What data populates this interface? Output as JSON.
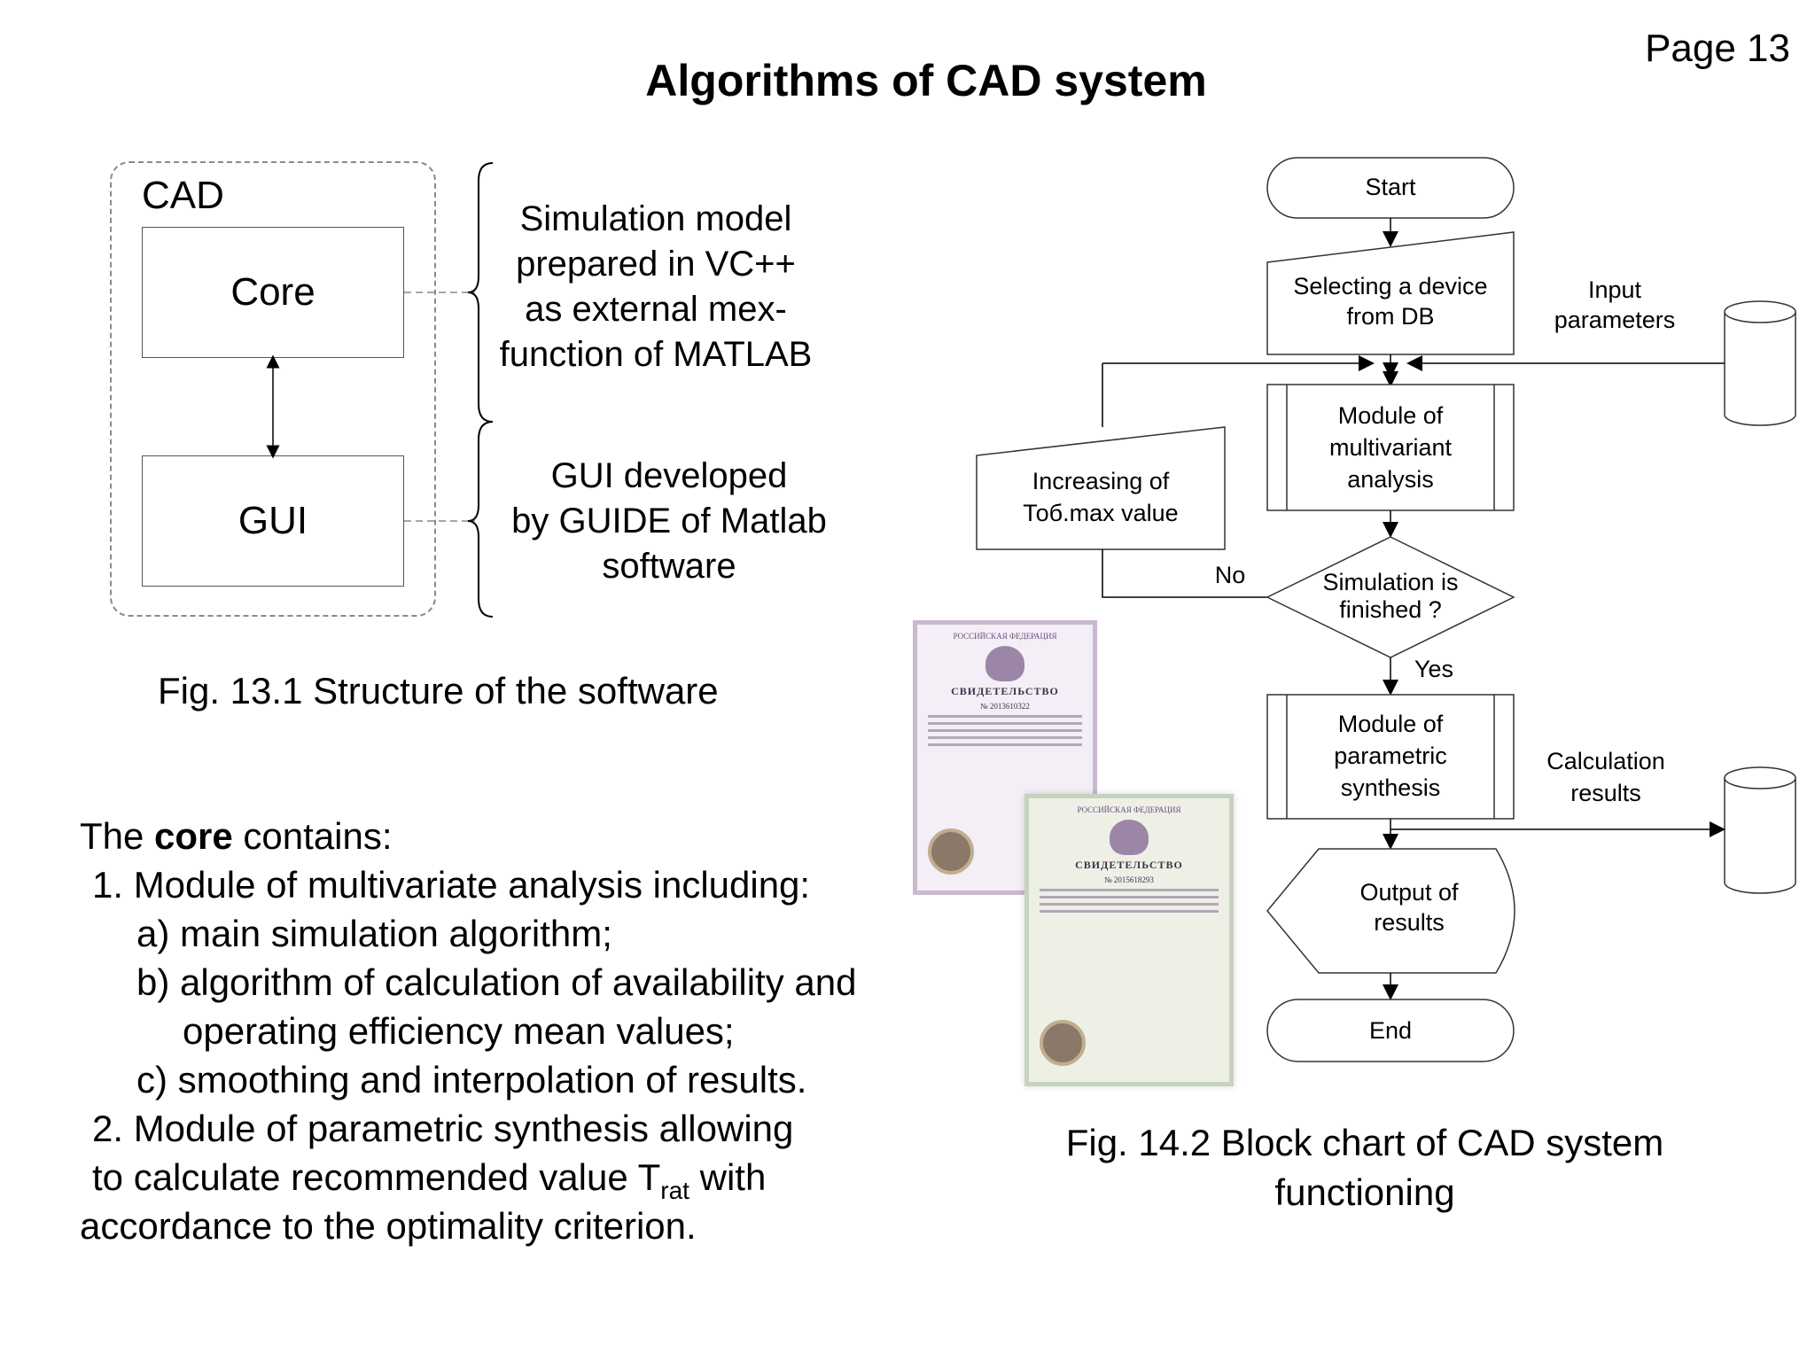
{
  "page_number": "Page 13",
  "title": "Algorithms of CAD system",
  "structure_diagram": {
    "frame_label": "CAD",
    "core_box": "Core",
    "gui_box": "GUI",
    "core_description": [
      "Simulation model",
      "prepared in VC++",
      "as external mex-",
      "function of MATLAB"
    ],
    "gui_description": [
      "GUI developed",
      "by GUIDE of Matlab",
      "software"
    ],
    "caption": "Fig. 13.1 Structure of the software"
  },
  "core_text": {
    "intro_prefix": "The ",
    "intro_bold": "core",
    "intro_suffix": " contains:",
    "item1": "1. Module of multivariate analysis including:",
    "item1a": "a) main simulation algorithm;",
    "item1b_line1": "b) algorithm of calculation of availability and",
    "item1b_line2": "operating efficiency mean values;",
    "item1c": "c) smoothing and interpolation of results.",
    "item2_line1": "2. Module of parametric synthesis allowing",
    "item2_line2_pre": "to calculate recommended value T",
    "item2_line2_sub": "rat",
    "item2_line2_post": " with",
    "item2_line3": "accordance to the optimality criterion."
  },
  "certificates": [
    {
      "header": "РОССИЙСКАЯ ФЕДЕРАЦИЯ",
      "title": "СВИДЕТЕЛЬСТВО",
      "number": "№ 2013610322"
    },
    {
      "header": "РОССИЙСКАЯ ФЕДЕРАЦИЯ",
      "title": "СВИДЕТЕЛЬСТВО",
      "number": "№ 2015618293"
    }
  ],
  "flowchart": {
    "start": "Start",
    "select_device": [
      "Selecting a device",
      "from DB"
    ],
    "input_params": [
      "Input",
      "parameters"
    ],
    "multivariant": [
      "Module of",
      "multivariant",
      "analysis"
    ],
    "increasing": [
      "Increasing of",
      "Тоб.max value"
    ],
    "no_label": "No",
    "decision": [
      "Simulation is",
      "finished ?"
    ],
    "yes_label": "Yes",
    "parametric": [
      "Module of",
      "parametric",
      "synthesis"
    ],
    "calc_results": [
      "Calculation",
      "results"
    ],
    "output": [
      "Output of",
      "results"
    ],
    "end": "End"
  },
  "flowchart_caption": [
    "Fig. 14.2 Block chart of CAD system",
    "functioning"
  ]
}
